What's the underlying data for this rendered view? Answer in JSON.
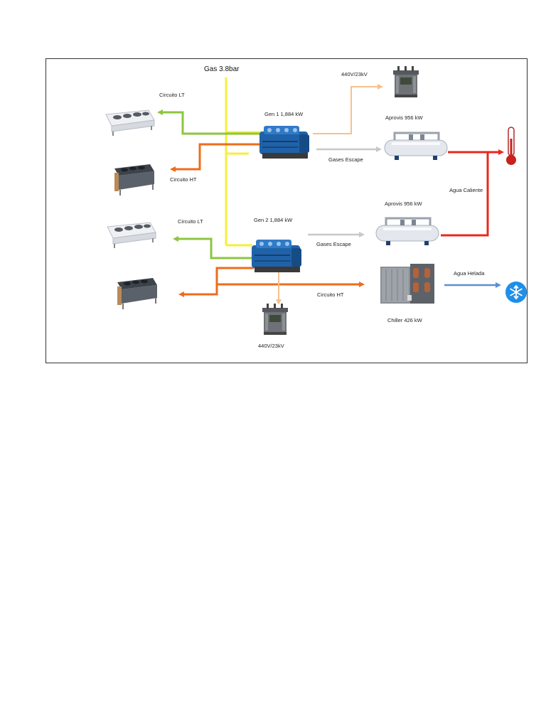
{
  "labels": {
    "gas": "Gas 3.8bar",
    "gen1": "Gen 1 1,884 kW",
    "gen2": "Gen 2 1,884 kW",
    "transformer_top": "440V/23kV",
    "transformer_bottom": "440V/23kV",
    "aprovis1": "Aprovis  956 kW",
    "aprovis2": "Aprovis 956 kW",
    "lt1": "Circuito LT",
    "ht1": "Circuito HT",
    "lt2": "Circuito LT",
    "ht2": "Circuito HT",
    "exhaust1": "Gases Escape",
    "exhaust2": "Gases Escape",
    "hot_water": "Agua Caliente",
    "chilled_water": "Agua Helada",
    "chiller": "Chiller 426 kW"
  },
  "colors": {
    "gas_line": "#f5f03a",
    "lt_line": "#8cc63f",
    "ht_line": "#ee6c1c",
    "exhaust_line": "#c8c8c8",
    "electric_line": "#f7c08c",
    "hot_water_line": "#e8281e",
    "chilled_water_line": "#5b8fd6",
    "engine": "#1f62a8"
  },
  "icons": {
    "engines": "engine-generator-icon",
    "coolers": "dry-cooler-icon",
    "transformers": "transformer-icon",
    "recovery": "heat-exchanger-icon",
    "chiller": "absorption-chiller-icon",
    "thermometer": "thermometer-icon",
    "snowflake": "snowflake-icon"
  }
}
